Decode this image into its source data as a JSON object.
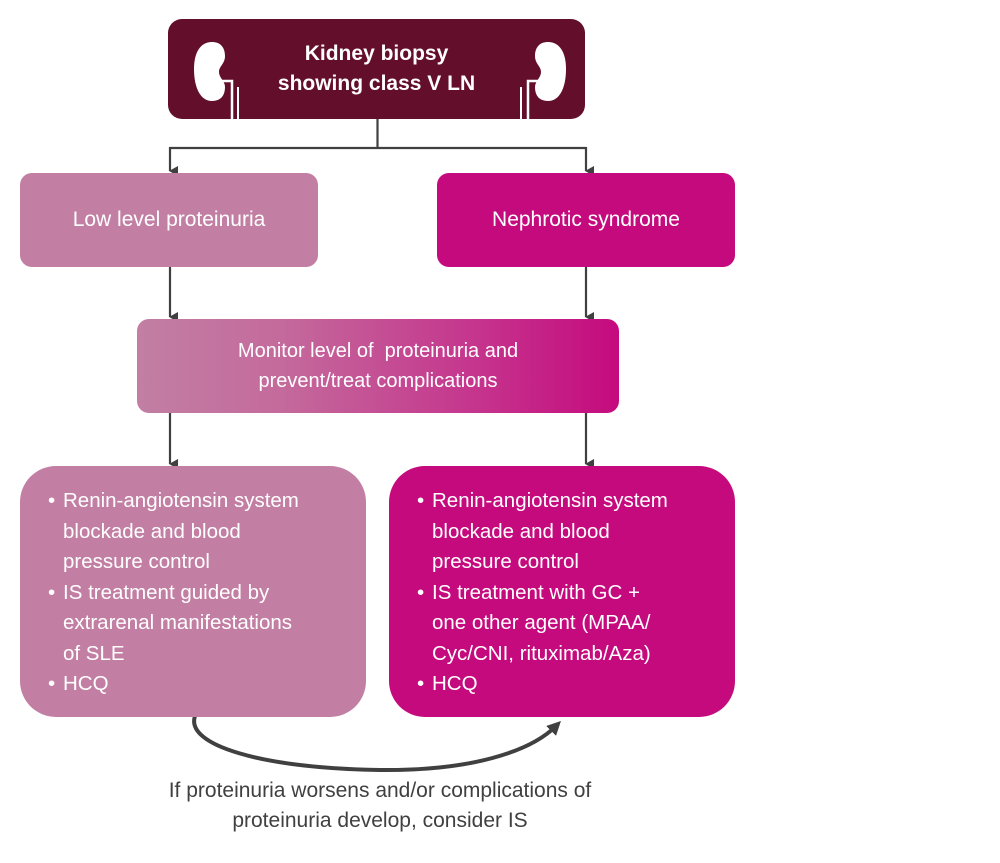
{
  "diagram": {
    "top_box": {
      "line1": "Kidney biopsy",
      "line2": "showing class V LN",
      "icon_left": "kidney-icon",
      "icon_right": "kidney-icon",
      "color": "#630f2c"
    },
    "branch_left": {
      "label": "Low level proteinuria",
      "color": "#c27fa3"
    },
    "branch_right": {
      "label": "Nephrotic syndrome",
      "color": "#c50a7e"
    },
    "monitor_box": {
      "line1": "Monitor level of  proteinuria and",
      "line2": "prevent/treat complications"
    },
    "treatment_left": {
      "items": [
        [
          "Renin-angiotensin system",
          "blockade and blood",
          "pressure control"
        ],
        [
          "IS treatment guided by",
          "extrarenal manifestations",
          "of SLE"
        ],
        [
          "HCQ"
        ]
      ]
    },
    "treatment_right": {
      "items": [
        [
          "Renin-angiotensin system",
          "blockade and blood",
          "pressure control"
        ],
        [
          "IS treatment with GC +",
          "one other agent (MPAA/",
          "Cyc/CNI, rituximab/Aza)"
        ],
        [
          "HCQ"
        ]
      ]
    },
    "bullet": "•",
    "escalation_caption": {
      "line1": "If proteinuria worsens and/or complications of",
      "line2": "proteinuria develop, consider IS"
    },
    "connector_color": "#404040"
  }
}
